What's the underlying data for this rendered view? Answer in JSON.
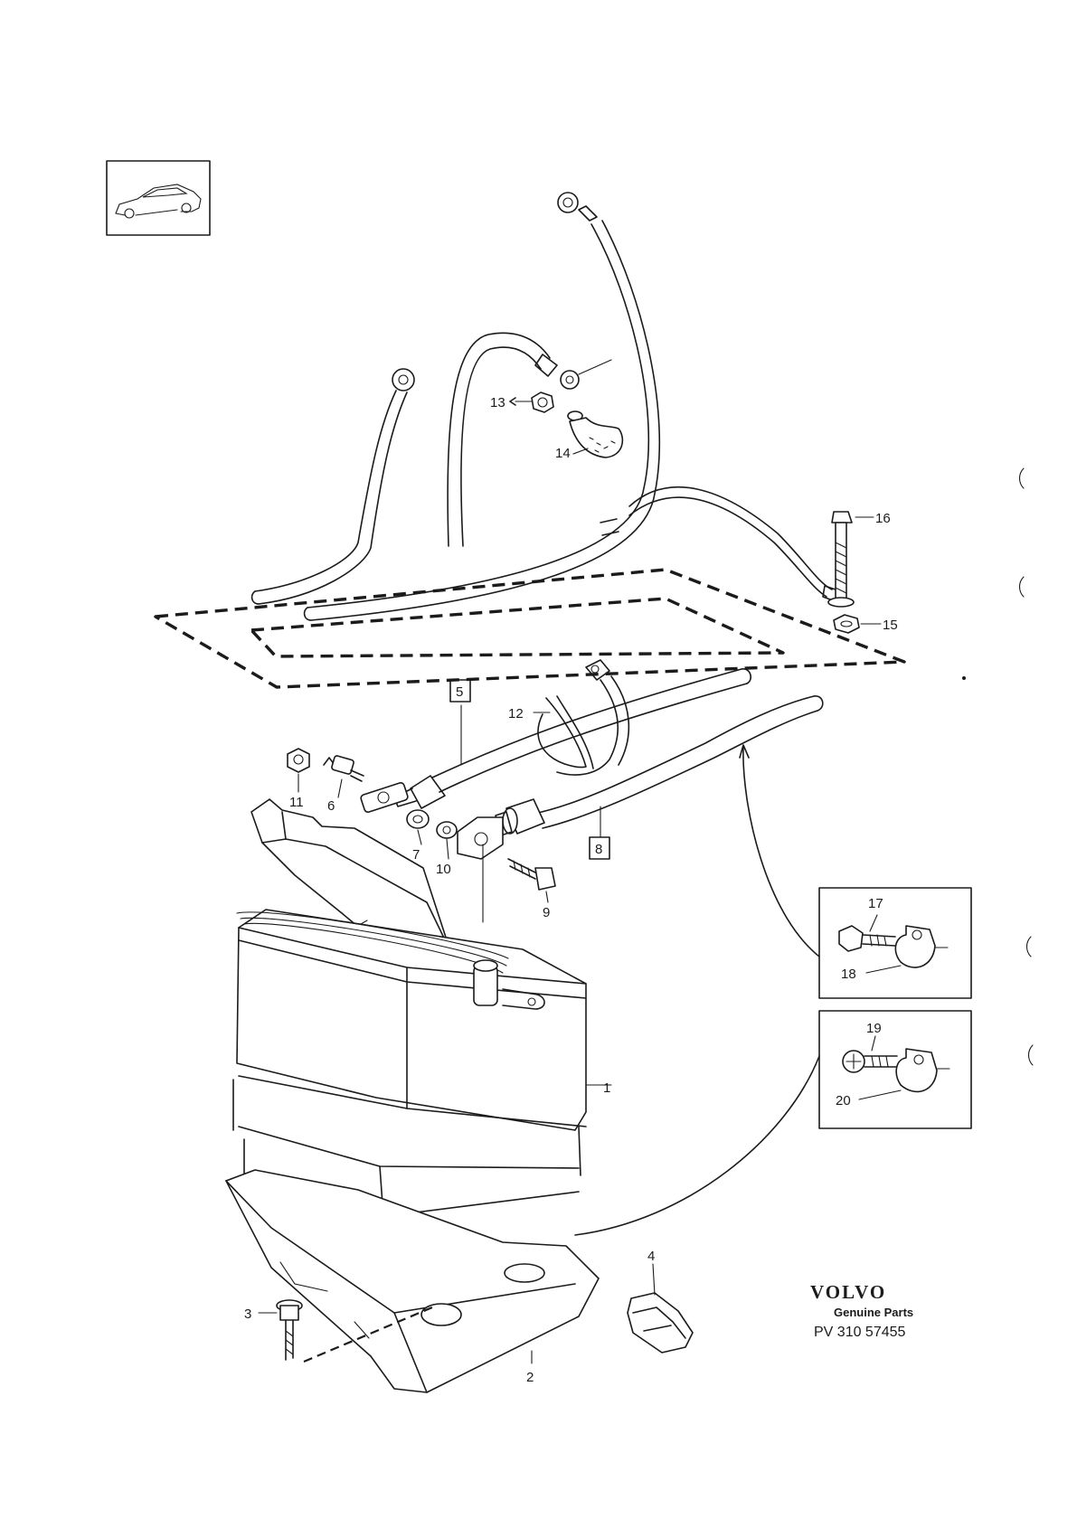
{
  "callouts": {
    "p1": "1",
    "p2": "2",
    "p3": "3",
    "p4": "4",
    "p5": "5",
    "p6": "6",
    "p7": "7",
    "p8": "8",
    "p9": "9",
    "p10": "10",
    "p11": "11",
    "p12": "12",
    "p13": "13",
    "p14": "14",
    "p15": "15",
    "p16": "16",
    "p17": "17",
    "p18": "18",
    "p19": "19",
    "p20": "20"
  },
  "brand": {
    "logo_text": "VOLVO",
    "subtitle": "Genuine Parts",
    "code": "PV 310 57455"
  },
  "icons": {
    "thumbnail": "car-sedan-icon"
  }
}
